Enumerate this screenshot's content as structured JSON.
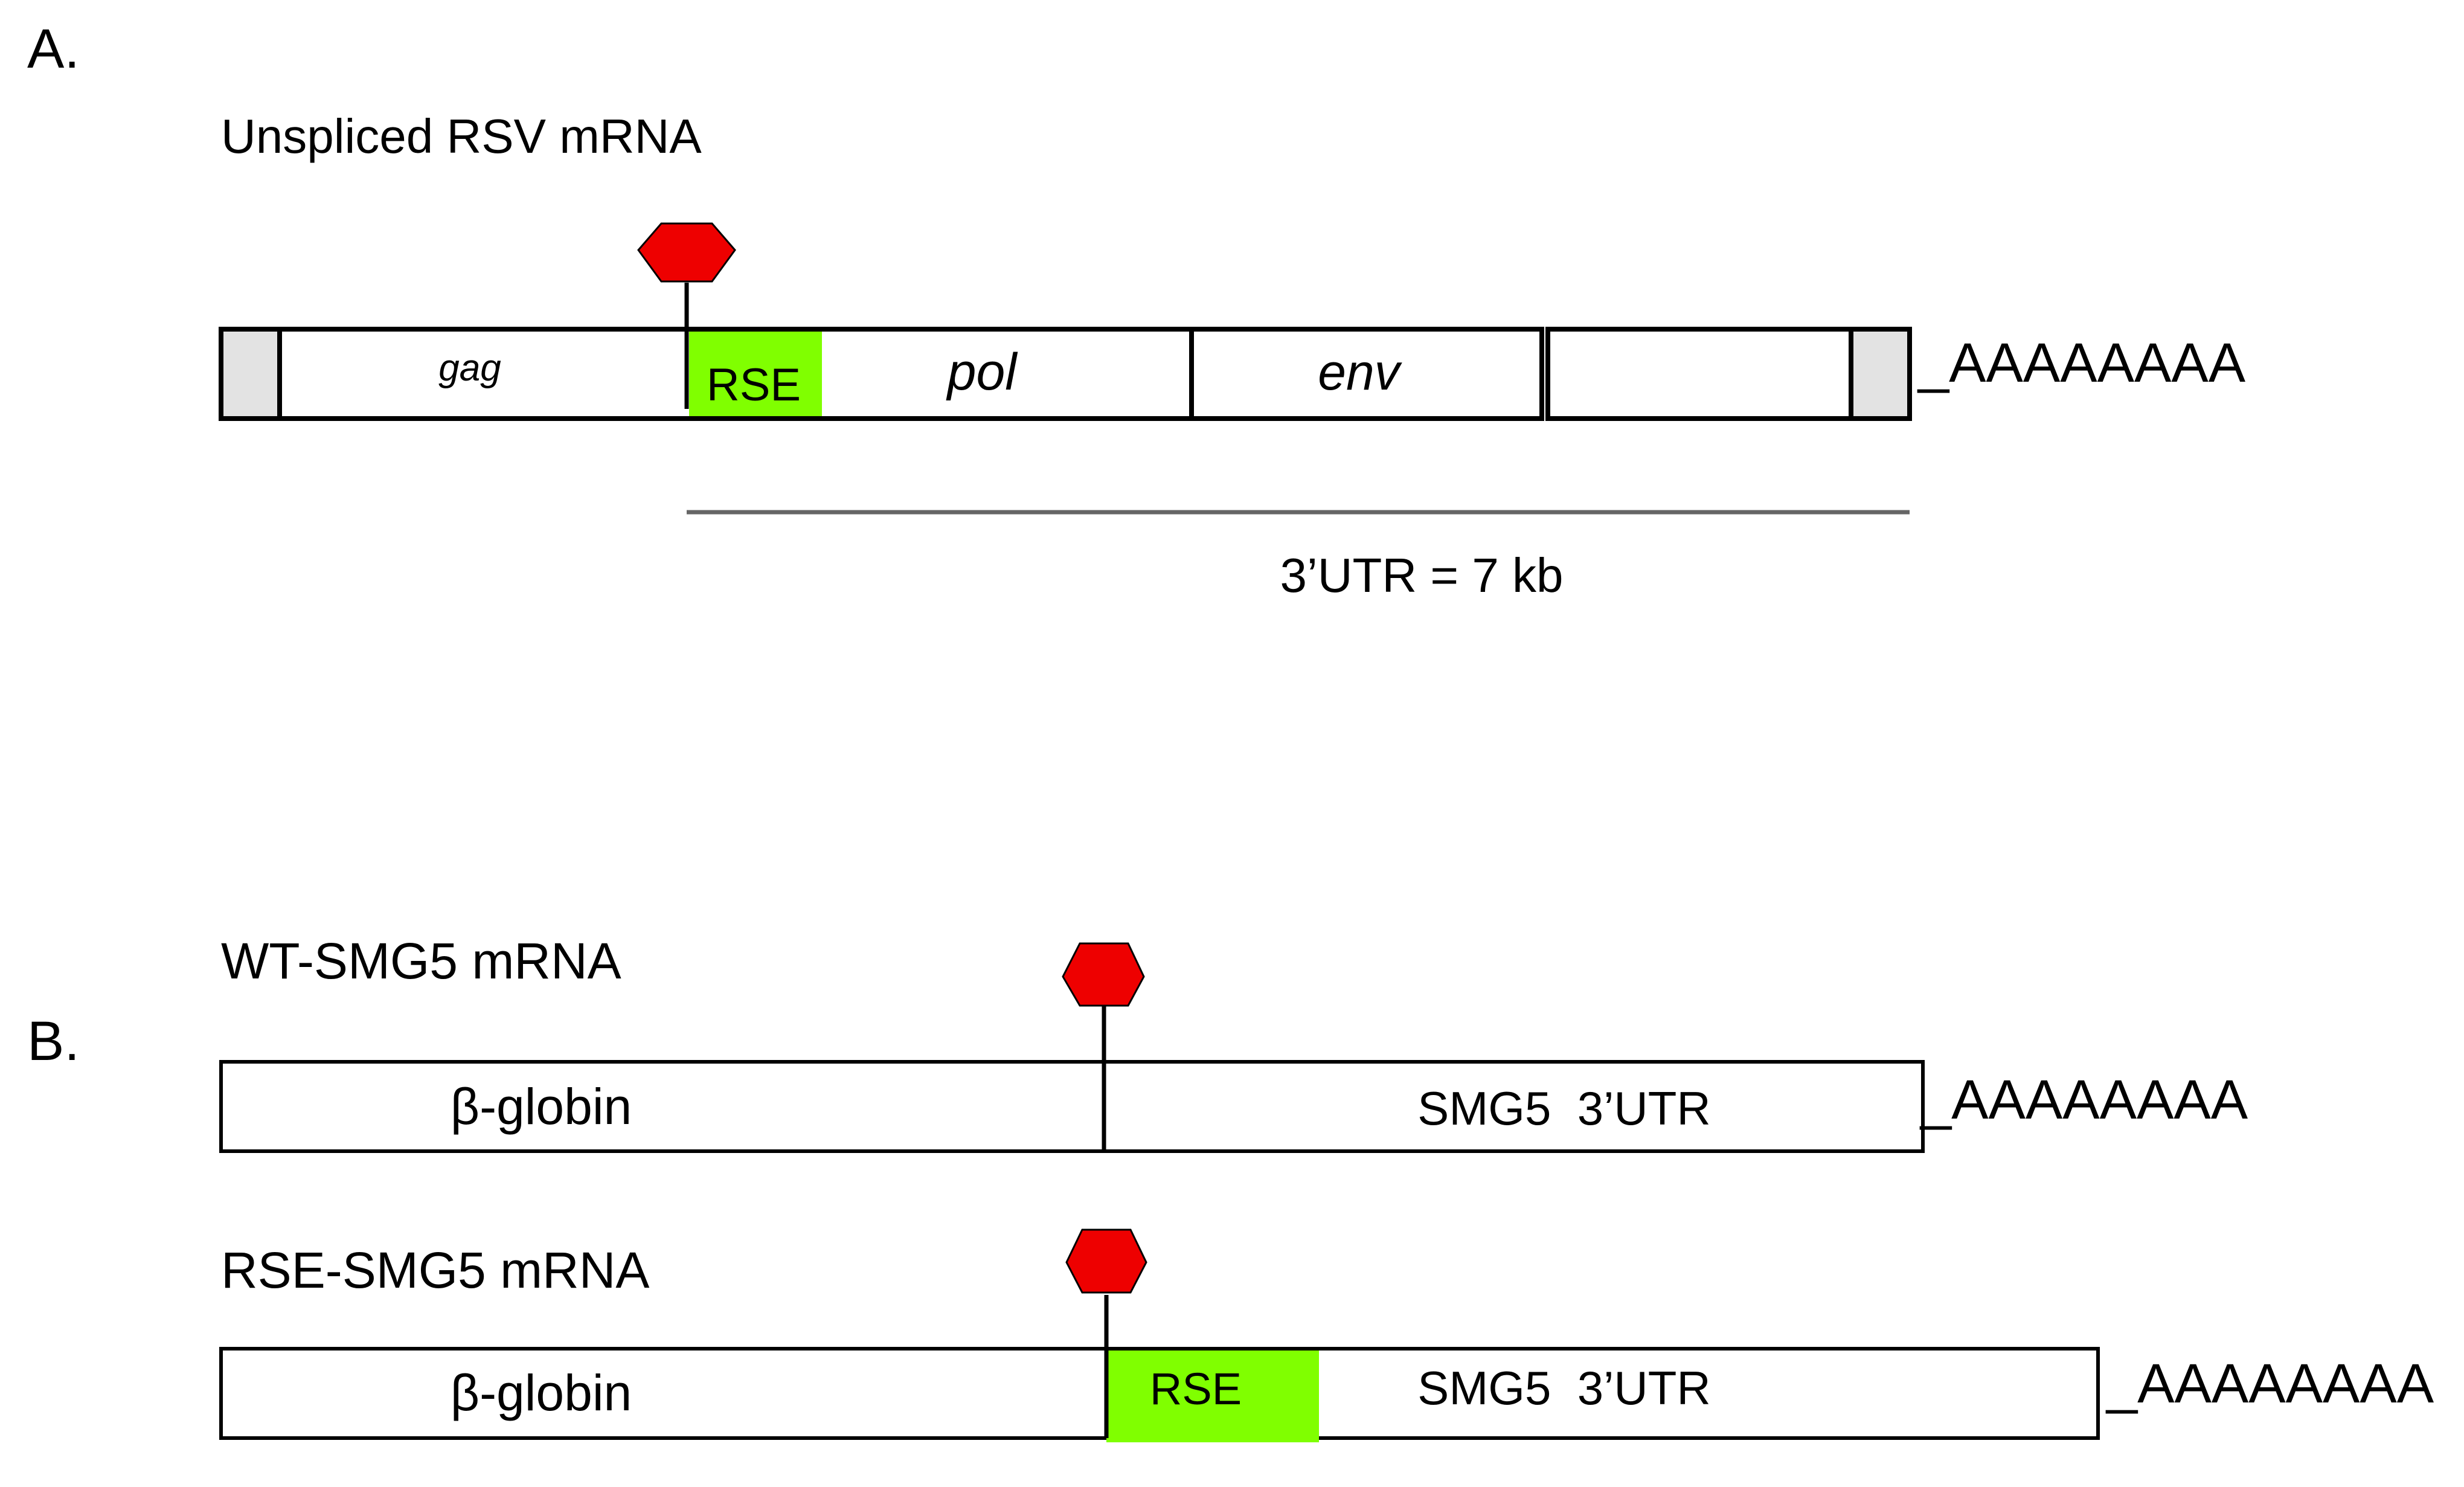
{
  "panel_a": {
    "label": "A.",
    "title": "Unspliced RSV mRNA",
    "genes": {
      "gag": "gag",
      "pol": "pol",
      "env": "env"
    },
    "rse": "RSE",
    "polya": "_AAAAAAAA",
    "utr_label": "3’UTR = 7 kb"
  },
  "panel_b": {
    "label": "B.",
    "wt": {
      "title": "WT-SMG5 mRNA",
      "left": "β-globin",
      "right": "SMG5  3’UTR",
      "polya": "_AAAAAAAA"
    },
    "rse": {
      "title": "RSE-SMG5 mRNA",
      "left": "β-globin",
      "rse": "RSE",
      "right": "SMG5  3’UTR",
      "polya": "_AAAAAAAA"
    }
  },
  "colors": {
    "stop_codon": "#ee0000",
    "rse": "#80ff00",
    "utr_cap": "#e3e3e3",
    "outline": "#000000",
    "utr_line": "#666666"
  },
  "icons": {
    "stop_marker": "hexagon-stop-codon-icon"
  }
}
